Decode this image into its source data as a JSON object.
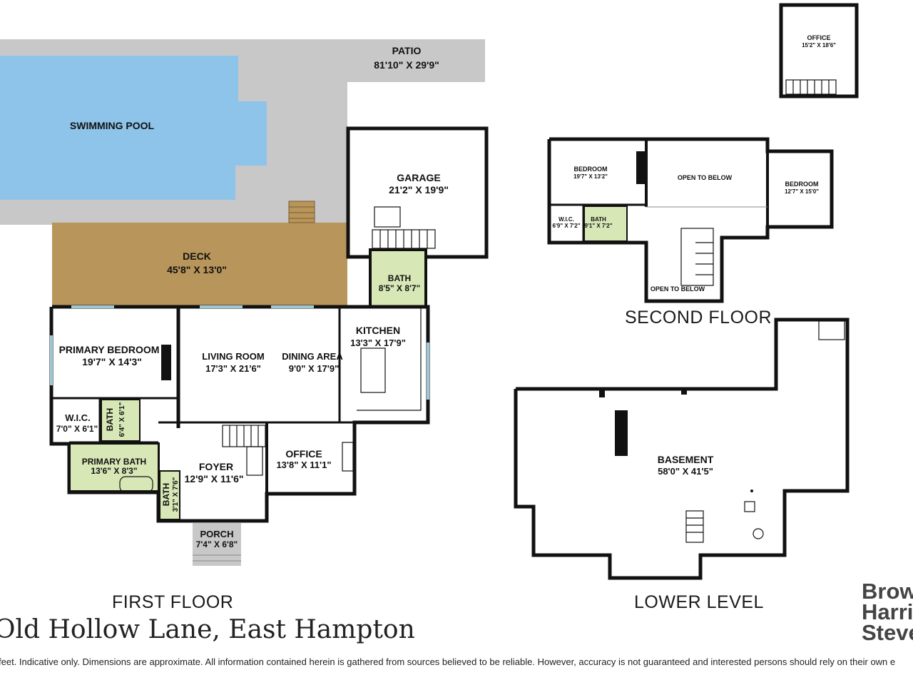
{
  "colors": {
    "pool": "#8ec4ea",
    "patio": "#c8c8c8",
    "deck": "#b8955a",
    "bath": "#d8e7b6",
    "wall": "#111111",
    "window": "#9fc8d6",
    "text": "#111111"
  },
  "rooms": {
    "patio": {
      "name": "PATIO",
      "dim": "81'10\" X 29'9\""
    },
    "pool": {
      "name": "SWIMMING POOL"
    },
    "garage": {
      "name": "GARAGE",
      "dim": "21'2\" X 19'9\""
    },
    "deck": {
      "name": "DECK",
      "dim": "45'8\" X 13'0\""
    },
    "bath1": {
      "name": "BATH",
      "dim": "8'5\" X 8'7\""
    },
    "kitchen": {
      "name": "KITCHEN",
      "dim": "13'3\" X 17'9\""
    },
    "primary_bedroom": {
      "name": "PRIMARY BEDROOM",
      "dim": "19'7\" X 14'3\""
    },
    "living_room": {
      "name": "LIVING ROOM",
      "dim": "17'3\" X 21'6\""
    },
    "dining": {
      "name": "DINING AREA",
      "dim": "9'0\" X 17'9\""
    },
    "wic1": {
      "name": "W.I.C.",
      "dim": "7'0\" X 6'1\""
    },
    "bath2": {
      "name": "BATH",
      "dim": "6'4\" X 6'1\""
    },
    "primary_bath": {
      "name": "PRIMARY BATH",
      "dim": "13'6\" X 8'3\""
    },
    "foyer": {
      "name": "FOYER",
      "dim": "12'9\" X 11'6\""
    },
    "office1": {
      "name": "OFFICE",
      "dim": "13'8\" X 11'1\""
    },
    "bath3": {
      "name": "BATH",
      "dim": "3'1\" X 7'6\""
    },
    "porch": {
      "name": "PORCH",
      "dim": "7'4\" X 6'8\""
    },
    "office2": {
      "name": "OFFICE",
      "dim": "15'2\" X 18'6\""
    },
    "bedroom2": {
      "name": "BEDROOM",
      "dim": "19'7\" X 13'2\""
    },
    "open_below1": {
      "name": "OPEN TO BELOW"
    },
    "bedroom3": {
      "name": "BEDROOM",
      "dim": "12'7\" X 15'0\""
    },
    "wic2": {
      "name": "W.I.C.",
      "dim": "6'9\" X 7'2\""
    },
    "bath4": {
      "name": "BATH",
      "dim": "9'1\" X 7'2\""
    },
    "open_below2": {
      "name": "OPEN TO BELOW"
    },
    "basement": {
      "name": "BASEMENT",
      "dim": "58'0\" X 41'5\""
    }
  },
  "floors": {
    "first": "FIRST FLOOR",
    "second": "SECOND FLOOR",
    "lower": "LOWER LEVEL"
  },
  "address": "Old Hollow Lane, East Hampton",
  "disclaimer": "feet. Indicative only. Dimensions are approximate. All information contained herein is gathered from sources believed to be reliable. However, accuracy is not guaranteed and interested persons should rely on their own e",
  "brand": {
    "line1": "Brow",
    "line2": "Harri",
    "line3": "Steve"
  }
}
